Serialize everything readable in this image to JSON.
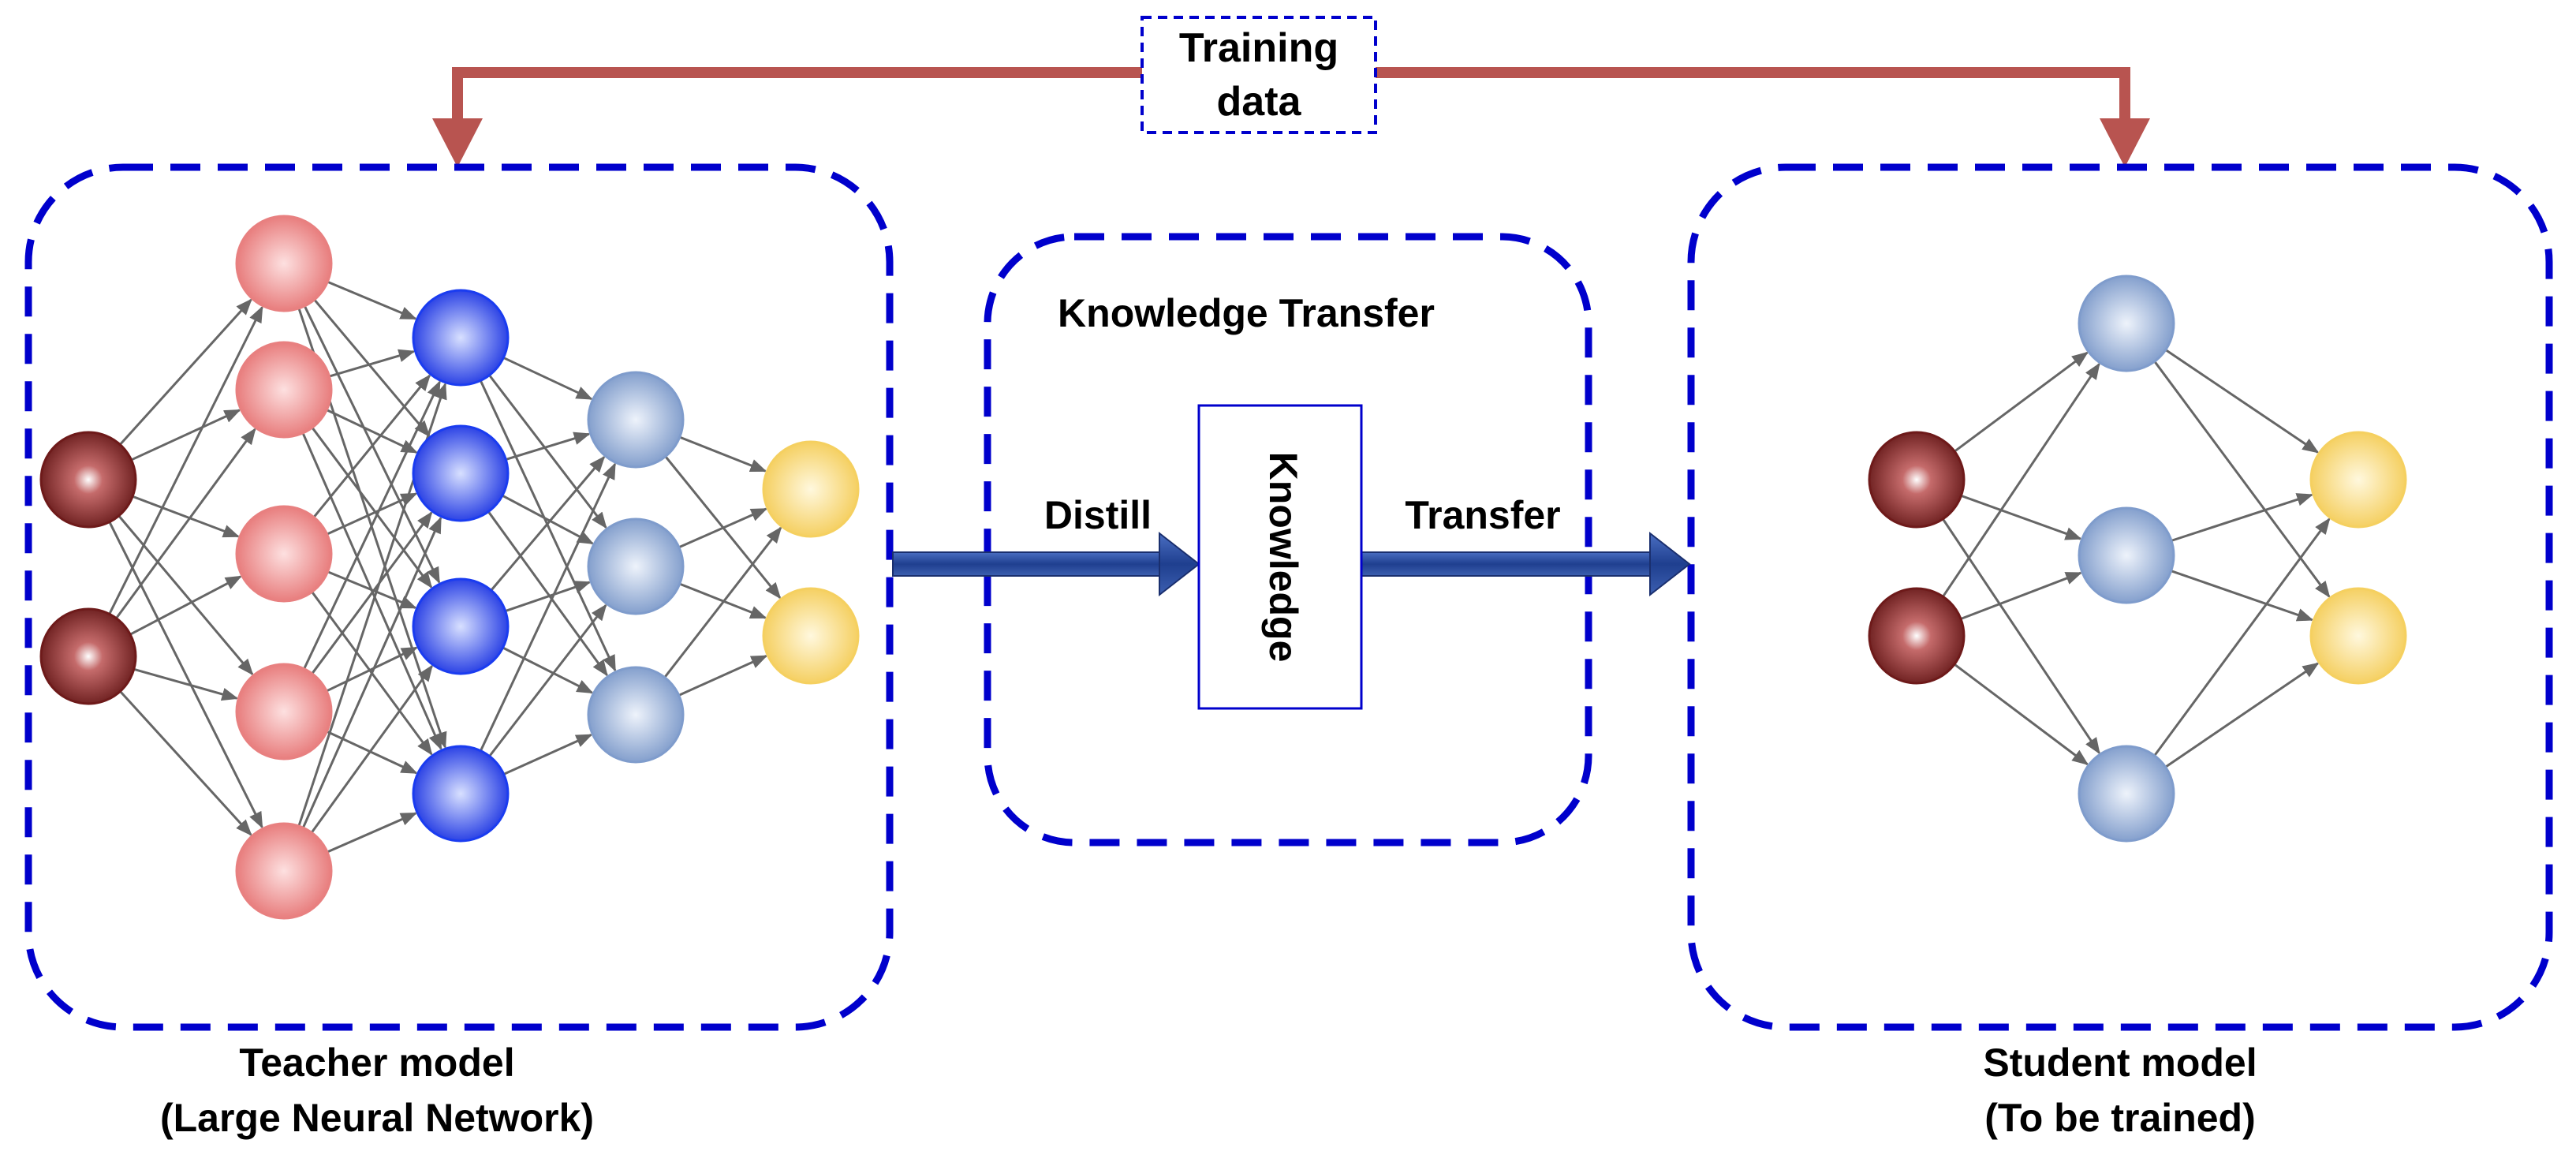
{
  "training_data": {
    "line1": "Training",
    "line2": "data"
  },
  "teacher": {
    "title": "Teacher model",
    "subtitle": "(Large Neural Network)",
    "layers": [
      {
        "name": "input",
        "count": 2,
        "color": "dark-red"
      },
      {
        "name": "hidden-1",
        "count": 5,
        "color": "salmon"
      },
      {
        "name": "hidden-2",
        "count": 4,
        "color": "blue"
      },
      {
        "name": "hidden-3",
        "count": 3,
        "color": "steel-blue"
      },
      {
        "name": "output",
        "count": 2,
        "color": "yellow"
      }
    ]
  },
  "transfer": {
    "title": "Knowledge Transfer",
    "distill_label": "Distill",
    "transfer_label": "Transfer",
    "knowledge_label": "Knowledge"
  },
  "student": {
    "title": "Student model",
    "subtitle": "(To be trained)",
    "layers": [
      {
        "name": "input",
        "count": 2,
        "color": "dark-red"
      },
      {
        "name": "hidden",
        "count": 3,
        "color": "steel-blue"
      },
      {
        "name": "output",
        "count": 2,
        "color": "yellow"
      }
    ]
  },
  "colors": {
    "box_border": "#0000cc",
    "training_arrow": "#b85450",
    "transfer_arrow": "#1f3f8f",
    "knowledge_border": "#0000cc",
    "edge": "#666666",
    "dark-red": "#6e1a1a",
    "salmon": "#e88080",
    "blue": "#1a3cf0",
    "steel-blue": "#7f9ccc",
    "yellow": "#f5d060"
  }
}
